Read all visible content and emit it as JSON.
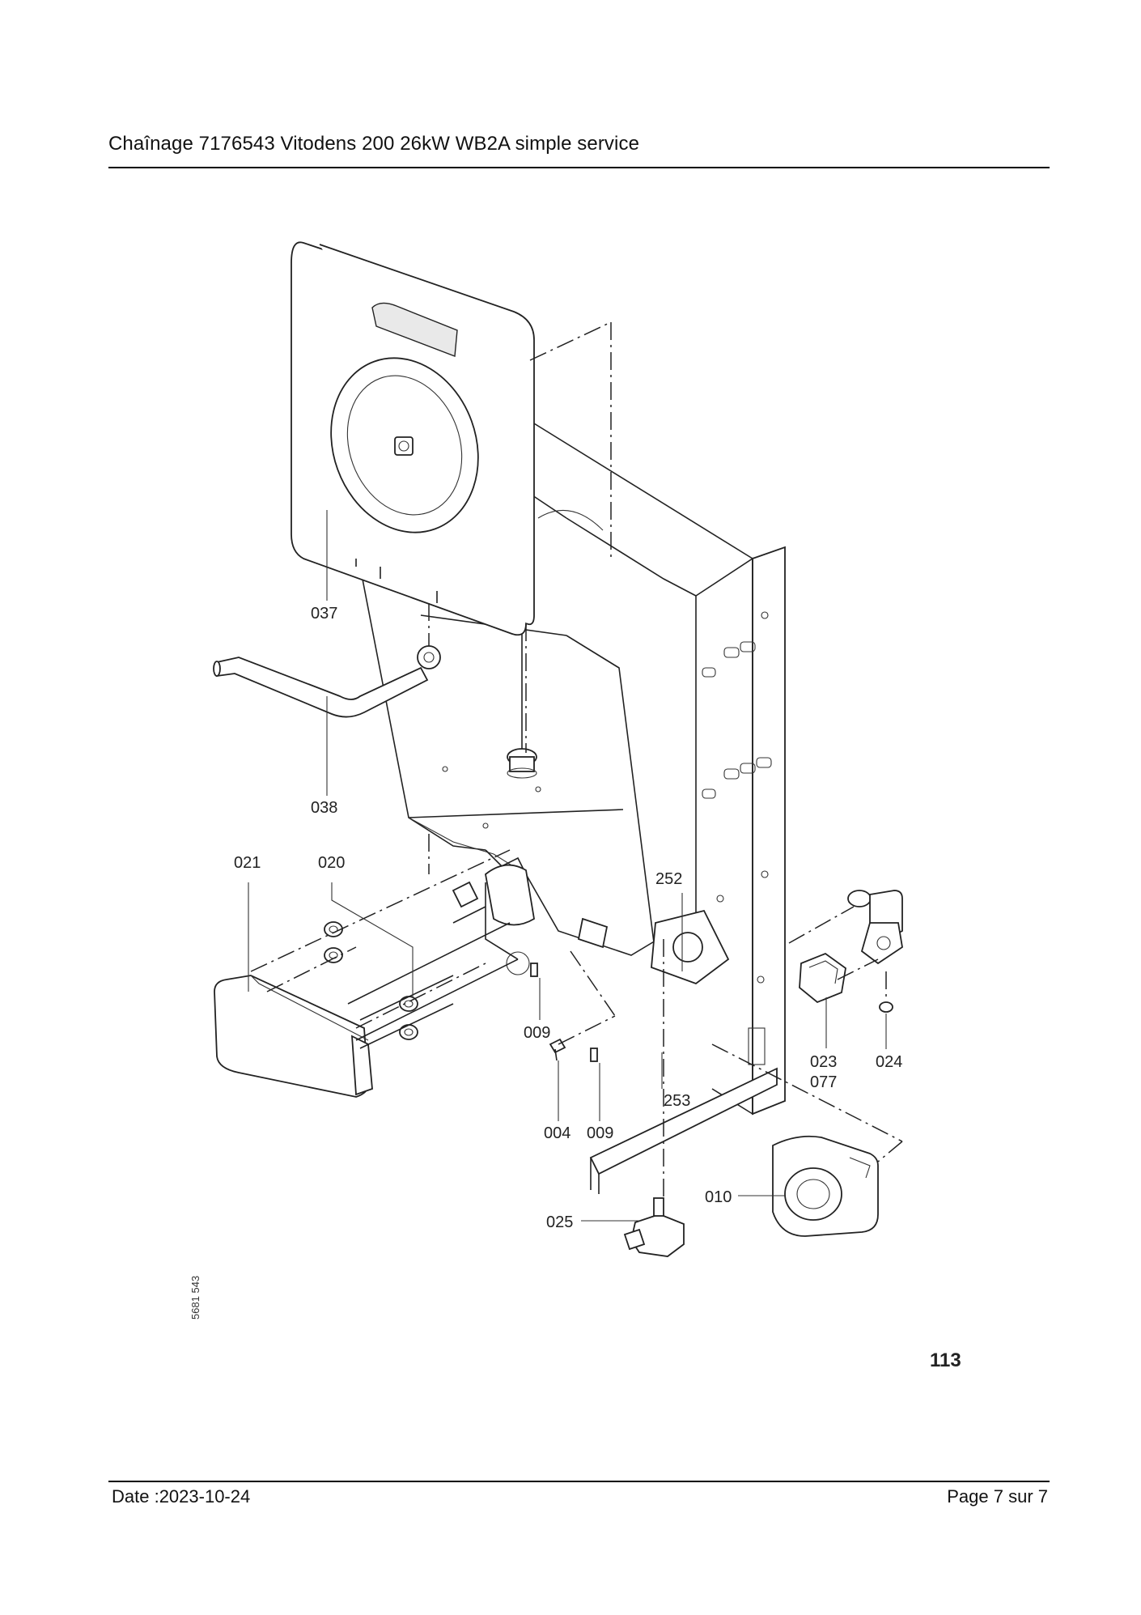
{
  "header": {
    "title": "Chaînage 7176543 Vitodens 200 26kW WB2A simple service"
  },
  "figure": {
    "number": "113",
    "drawing_no": "5681 543",
    "labels": {
      "p037": "037",
      "p038": "038",
      "p021": "021",
      "p020": "020",
      "p252": "252",
      "p009a": "009",
      "p004": "004",
      "p009b": "009",
      "p253": "253",
      "p023": "023",
      "p077": "077",
      "p024": "024",
      "p010": "010",
      "p025": "025"
    }
  },
  "footer": {
    "date": "Date :2023-10-24",
    "page": "Page 7 sur  7"
  }
}
